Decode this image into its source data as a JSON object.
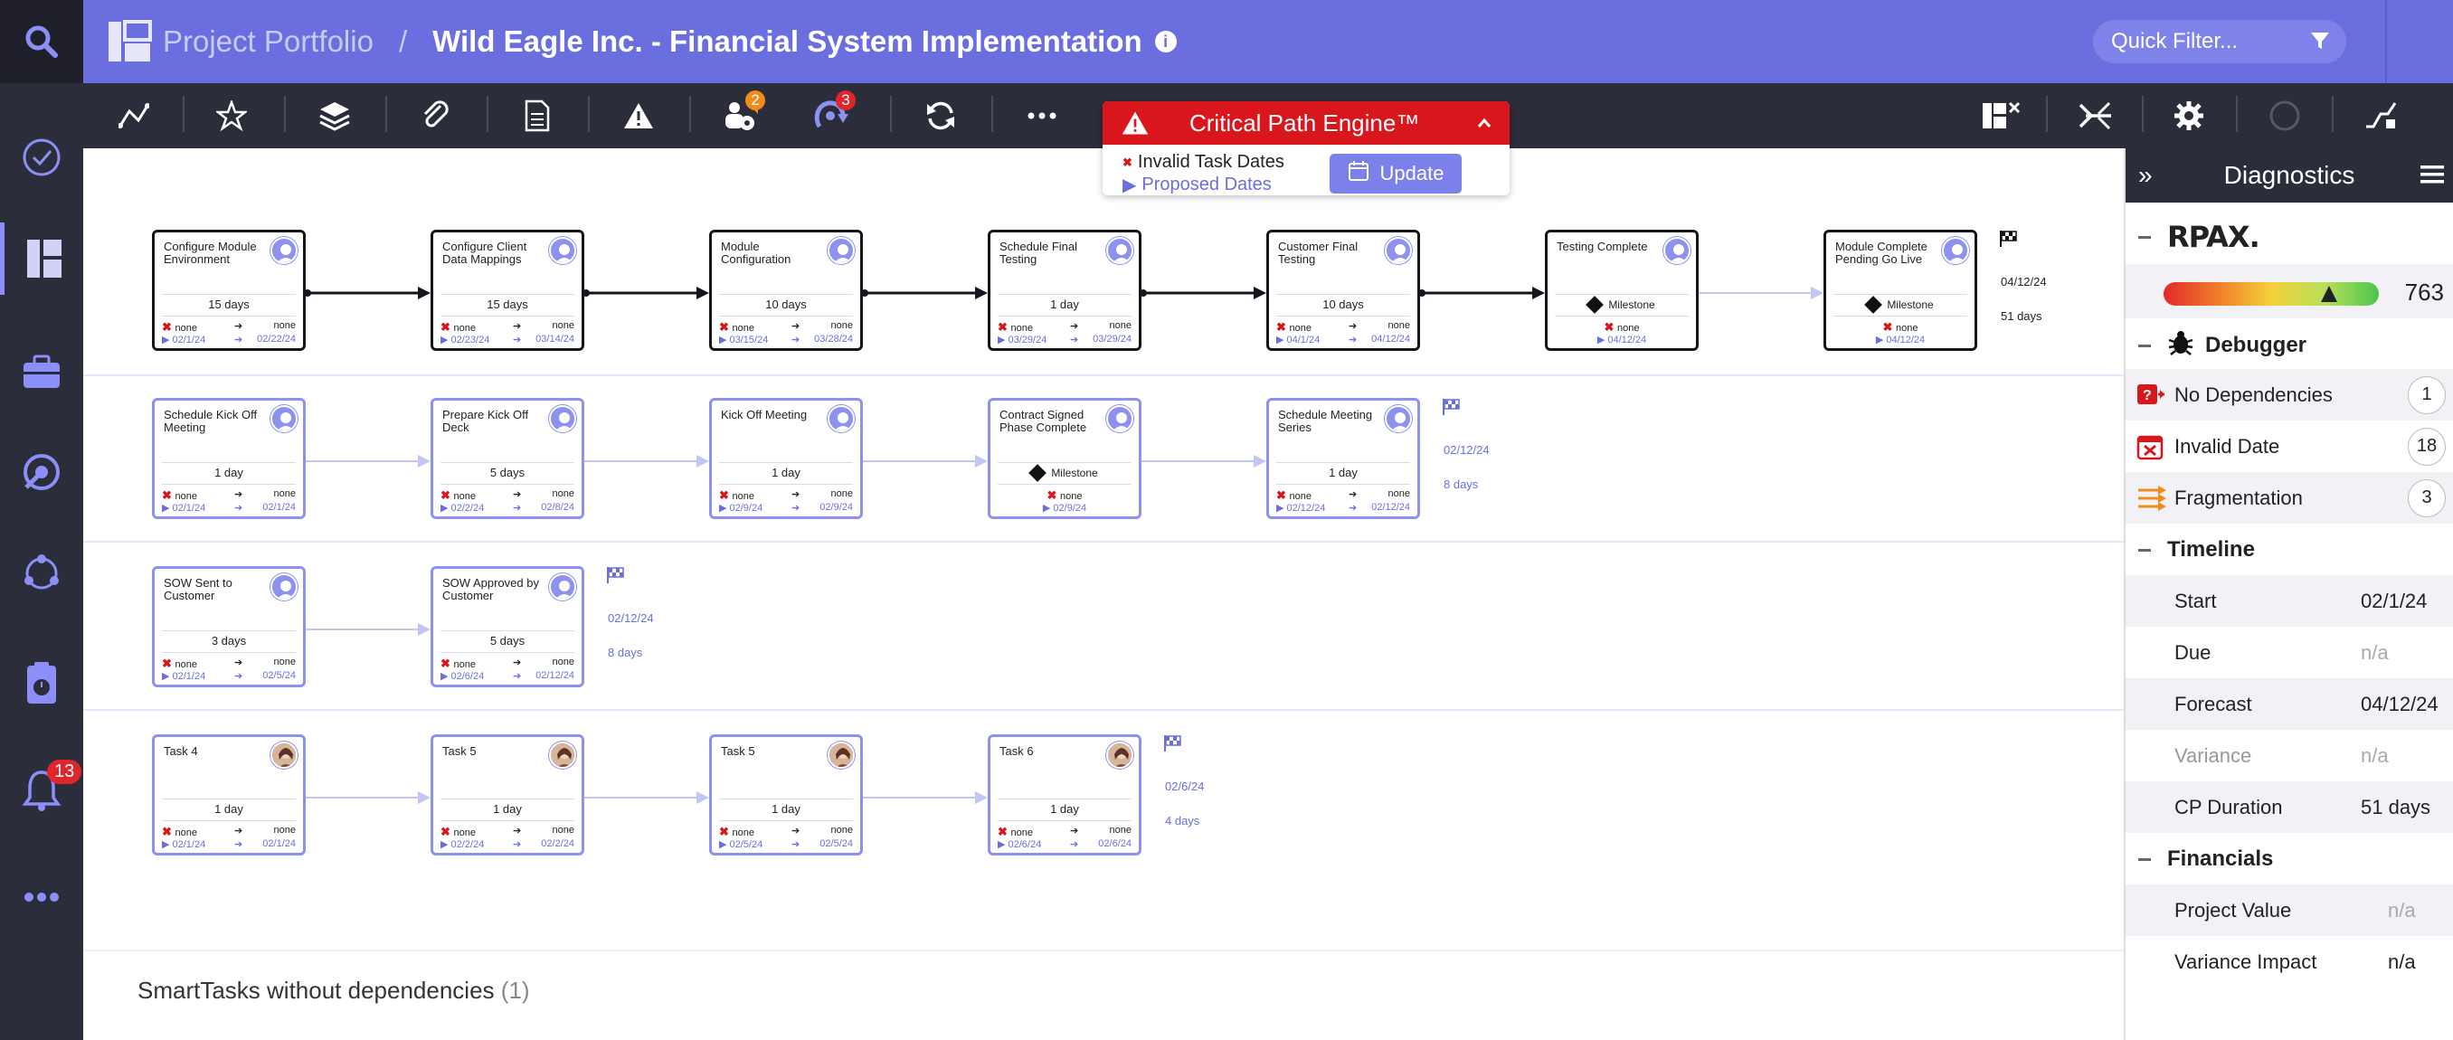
{
  "header": {
    "crumb_root": "Project Portfolio",
    "separator": "/",
    "project_title": "Wild Eagle Inc. - Financial System Implementation",
    "info_glyph": "i",
    "quick_filter_placeholder": "Quick Filter..."
  },
  "rail": {
    "notifications_count": "13"
  },
  "toolbar": {
    "team_badge": "2",
    "cycle_badge": "3"
  },
  "critical_path": {
    "title": "Critical Path Engine™",
    "invalid_label": "Invalid Task Dates",
    "proposed_label": "Proposed Dates",
    "update_label": "Update"
  },
  "lanes": [
    {
      "tasks": [
        {
          "name": "Configure Module Environment",
          "duration": "15 days",
          "pred": "none",
          "succ": "none",
          "start": "02/1/24",
          "end": "02/22/24"
        },
        {
          "name": "Configure Client Data Mappings",
          "duration": "15 days",
          "pred": "none",
          "succ": "none",
          "start": "02/23/24",
          "end": "03/14/24"
        },
        {
          "name": "Module Configuration",
          "duration": "10 days",
          "pred": "none",
          "succ": "none",
          "start": "03/15/24",
          "end": "03/28/24"
        },
        {
          "name": "Schedule Final Testing",
          "duration": "1 day",
          "pred": "none",
          "succ": "none",
          "start": "03/29/24",
          "end": "03/29/24"
        },
        {
          "name": "Customer Final Testing",
          "duration": "10 days",
          "pred": "none",
          "succ": "none",
          "start": "04/1/24",
          "end": "04/12/24"
        },
        {
          "name": "Testing Complete",
          "milestone": "Milestone",
          "pred": "none",
          "date": "04/12/24"
        },
        {
          "name": "Module Complete Pending Go Live",
          "milestone": "Milestone",
          "pred": "none",
          "date": "04/12/24"
        }
      ],
      "end_date": "04/12/24",
      "end_days": "51 days"
    },
    {
      "tasks": [
        {
          "name": "Schedule Kick Off Meeting",
          "duration": "1 day",
          "pred": "none",
          "succ": "none",
          "start": "02/1/24",
          "end": "02/1/24"
        },
        {
          "name": "Prepare Kick Off Deck",
          "duration": "5 days",
          "pred": "none",
          "succ": "none",
          "start": "02/2/24",
          "end": "02/8/24"
        },
        {
          "name": "Kick Off Meeting",
          "duration": "1 day",
          "pred": "none",
          "succ": "none",
          "start": "02/9/24",
          "end": "02/9/24"
        },
        {
          "name": "Contract Signed Phase Complete",
          "milestone": "Milestone",
          "pred": "none",
          "date": "02/9/24"
        },
        {
          "name": "Schedule Meeting Series",
          "duration": "1 day",
          "pred": "none",
          "succ": "none",
          "start": "02/12/24",
          "end": "02/12/24"
        }
      ],
      "end_date": "02/12/24",
      "end_days": "8 days"
    },
    {
      "tasks": [
        {
          "name": "SOW Sent to Customer",
          "duration": "3 days",
          "pred": "none",
          "succ": "none",
          "start": "02/1/24",
          "end": "02/5/24"
        },
        {
          "name": "SOW Approved by Customer",
          "duration": "5 days",
          "pred": "none",
          "succ": "none",
          "start": "02/6/24",
          "end": "02/12/24"
        }
      ],
      "end_date": "02/12/24",
      "end_days": "8 days"
    },
    {
      "tasks": [
        {
          "name": "Task 4",
          "duration": "1 day",
          "pred": "none",
          "succ": "none",
          "start": "02/1/24",
          "end": "02/1/24"
        },
        {
          "name": "Task 5",
          "duration": "1 day",
          "pred": "none",
          "succ": "none",
          "start": "02/2/24",
          "end": "02/2/24"
        },
        {
          "name": "Task 5",
          "duration": "1 day",
          "pred": "none",
          "succ": "none",
          "start": "02/5/24",
          "end": "02/5/24"
        },
        {
          "name": "Task 6",
          "duration": "1 day",
          "pred": "none",
          "succ": "none",
          "start": "02/6/24",
          "end": "02/6/24"
        }
      ],
      "end_date": "02/6/24",
      "end_days": "4 days"
    }
  ],
  "bottom": {
    "label": "SmartTasks without dependencies",
    "count": "(1)"
  },
  "diagnostics": {
    "title": "Diagnostics",
    "rpax_label": "RPAX.",
    "score": "763",
    "score_fraction": 0.77,
    "debugger_title": "Debugger",
    "issues": [
      {
        "label": "No Dependencies",
        "count": "1"
      },
      {
        "label": "Invalid Date",
        "count": "18"
      },
      {
        "label": "Fragmentation",
        "count": "3"
      }
    ],
    "timeline_title": "Timeline",
    "timeline": [
      {
        "label": "Start",
        "value": "02/1/24"
      },
      {
        "label": "Due",
        "value": "n/a"
      },
      {
        "label": "Forecast",
        "value": "04/12/24"
      },
      {
        "label": "Variance",
        "value": "n/a"
      },
      {
        "label": "CP Duration",
        "value": "51 days"
      }
    ],
    "financials_title": "Financials",
    "financials": [
      {
        "label": "Project Value",
        "value": "n/a"
      },
      {
        "label": "Variance Impact",
        "value": "n/a"
      }
    ]
  },
  "colors": {
    "header": "#6a6edf",
    "rail": "#2b2d3a",
    "accent": "#8d91ef",
    "critical": "#d9161b"
  }
}
